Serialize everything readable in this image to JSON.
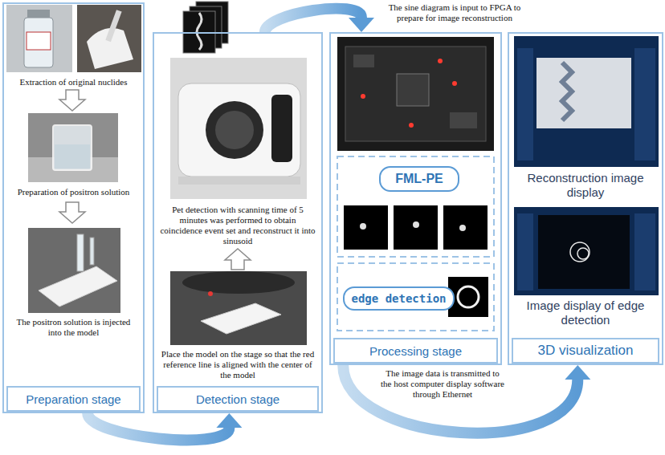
{
  "diagram": {
    "nodes": [
      {
        "text": [
          "Extraction of original nuclides",
          "Preparation of positron solution",
          "The positron solution is injected into the model",
          "Preparation stage"
        ]
      },
      {
        "text": [
          "Pet detection with scanning time of 5 minutes was performed to obtain coincidence event set and reconstruct it into sinusoid",
          "Place the model on the stage so that the red reference line is aligned with the center of the model",
          "Detection stage"
        ]
      },
      {
        "text": [
          "Processing stage"
        ]
      },
      {
        "text": [
          "FML-PE"
        ],
        "in": 2
      },
      {
        "text": [
          "edge detection"
        ],
        "in": 2
      },
      {
        "text": [
          "Reconstruction image display",
          "Image display of edge detection",
          "3D visualization"
        ]
      }
    ],
    "edges": [
      {
        "from": 0,
        "to": 1,
        "arrow": "to"
      },
      {
        "from": 1,
        "to": 2,
        "label": "The sine diagram is input to FPGA to prepare for image reconstruction",
        "arrow": "to"
      },
      {
        "from": 2,
        "to": 5,
        "label": "The image data is transmitted to the host computer display software through Ethernet",
        "arrow": "to"
      }
    ]
  }
}
